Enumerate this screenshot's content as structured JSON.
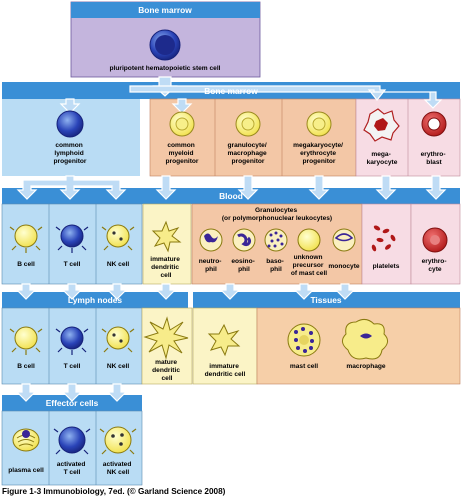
{
  "headers": {
    "bone_marrow_top": "Bone marrow",
    "bone_marrow_main": "Bone marrow",
    "blood": "Blood",
    "lymph_nodes": "Lymph nodes",
    "tissues": "Tissues",
    "effector_cells": "Effector cells"
  },
  "cells": {
    "stem_cell": "pluripotent hematopoietic stem cell",
    "lymphoid_progenitor": [
      "common",
      "lymphoid",
      "progenitor"
    ],
    "myeloid_progenitor": [
      "common",
      "myeloid",
      "progenitor"
    ],
    "gm_progenitor": [
      "granulocyte/",
      "macrophage",
      "progenitor"
    ],
    "me_progenitor": [
      "megakaryocyte/",
      "erythrocyte",
      "progenitor"
    ],
    "megakaryocyte": [
      "mega-",
      "karyocyte"
    ],
    "erythroblast": [
      "erythro-",
      "blast"
    ],
    "b_cell": "B cell",
    "t_cell": "T cell",
    "nk_cell": "NK cell",
    "immature_dc_blood": [
      "immature",
      "dendritic",
      "cell"
    ],
    "granulocytes_title": [
      "Granulocytes",
      "(or polymorphonuclear leukocytes)"
    ],
    "neutrophil": [
      "neutro-",
      "phil"
    ],
    "eosinophil": [
      "eosino-",
      "phil"
    ],
    "basophil": [
      "baso-",
      "phil"
    ],
    "mast_precursor": [
      "unknown",
      "precursor",
      "of mast cell"
    ],
    "monocyte": "monocyte",
    "platelets": "platelets",
    "erythrocyte": [
      "erythro-",
      "cyte"
    ],
    "ln_b_cell": "B cell",
    "ln_t_cell": "T cell",
    "ln_nk_cell": "NK cell",
    "mature_dc": [
      "mature",
      "dendritic",
      "cell"
    ],
    "immature_dc_tissue": [
      "immature",
      "dendritic cell"
    ],
    "mast_cell": "mast cell",
    "macrophage": "macrophage",
    "plasma_cell": "plasma cell",
    "activated_t": [
      "activated",
      "T cell"
    ],
    "activated_nk": [
      "activated",
      "NK cell"
    ]
  },
  "caption": "Figure 1-3  Immunobiology, 7ed. (© Garland Science 2008)",
  "colors": {
    "header_blue": "#3a8fd6",
    "lymphoid_bg": "#b9dcf4",
    "myeloid_bg": "#f3c7a6",
    "purple_bg": "#c4b5dd",
    "dendritic_bg": "#fbf4c6",
    "pink_bg": "#f7dce4",
    "tissue_bg": "#f6cfa8",
    "arrow": "#bfdcf5"
  }
}
